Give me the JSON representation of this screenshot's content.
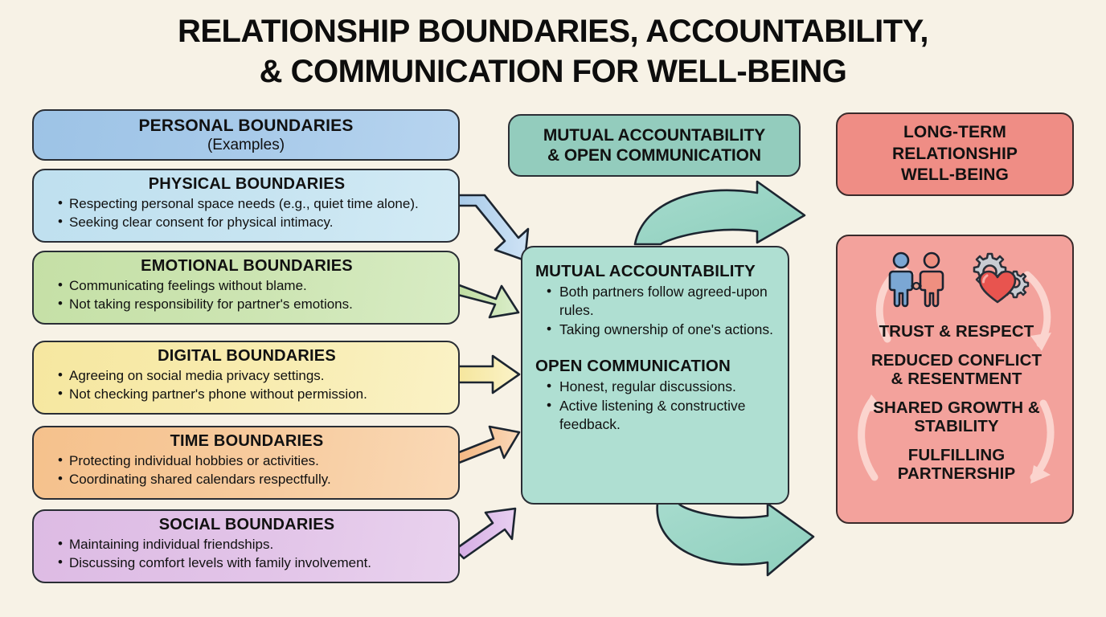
{
  "title": {
    "line1": "RELATIONSHIP BOUNDARIES, ACCOUNTABILITY,",
    "line2": "& COMMUNICATION FOR WELL-BEING"
  },
  "left_column": {
    "header": {
      "title": "PERSONAL BOUNDARIES",
      "subtitle": "(Examples)"
    },
    "boxes": [
      {
        "title": "PHYSICAL BOUNDARIES",
        "items": [
          "Respecting personal space needs (e.g., quiet time alone).",
          "Seeking clear consent for physical intimacy."
        ],
        "color": "#c7e4f1"
      },
      {
        "title": "EMOTIONAL BOUNDARIES",
        "items": [
          "Communicating feelings without blame.",
          "Not taking responsibility for partner's emotions."
        ],
        "color": "#cde5b3"
      },
      {
        "title": "DIGITAL BOUNDARIES",
        "items": [
          "Agreeing on social media privacy settings.",
          "Not checking partner's phone without permission."
        ],
        "color": "#f8ecb0"
      },
      {
        "title": "TIME BOUNDARIES",
        "items": [
          "Protecting individual hobbies or activities.",
          "Coordinating shared calendars respectfully."
        ],
        "color": "#f7cb9e"
      },
      {
        "title": "SOCIAL BOUNDARIES",
        "items": [
          "Maintaining individual friendships.",
          "Discussing comfort levels with family involvement."
        ],
        "color": "#e2c4e8"
      }
    ]
  },
  "center_column": {
    "header_line1": "MUTUAL ACCOUNTABILITY",
    "header_line2": "& OPEN COMMUNICATION",
    "header_color": "#93ccbd",
    "body_color": "#afdfd2",
    "sections": [
      {
        "title": "MUTUAL ACCOUNTABILITY",
        "items": [
          "Both partners follow agreed-upon rules.",
          "Taking ownership of one's actions."
        ]
      },
      {
        "title": "OPEN COMMUNICATION",
        "items": [
          "Honest, regular discussions.",
          "Active listening & constructive feedback."
        ]
      }
    ]
  },
  "right_column": {
    "header_line1": "LONG-TERM",
    "header_line2": "RELATIONSHIP",
    "header_line3": "WELL-BEING",
    "header_color": "#ef8d85",
    "body_color": "#f3a29c",
    "icons": [
      "couple-holding-hands-icon",
      "gear-heart-icon"
    ],
    "outcomes": [
      "TRUST & RESPECT",
      "REDUCED CONFLICT\n& RESENTMENT",
      "SHARED GROWTH &\nSTABILITY",
      "FULFILLING\nPARTNERSHIP"
    ]
  },
  "connectors": {
    "straight_arrows": [
      {
        "from": "PHYSICAL BOUNDARIES",
        "to": "MUTUAL ACCOUNTABILITY & OPEN COMMUNICATION",
        "color": "#b5d4ec"
      },
      {
        "from": "EMOTIONAL BOUNDARIES",
        "to": "MUTUAL ACCOUNTABILITY & OPEN COMMUNICATION",
        "color": "#c7e0ab"
      },
      {
        "from": "DIGITAL BOUNDARIES",
        "to": "MUTUAL ACCOUNTABILITY & OPEN COMMUNICATION",
        "color": "#f7e9a4"
      },
      {
        "from": "TIME BOUNDARIES",
        "to": "MUTUAL ACCOUNTABILITY & OPEN COMMUNICATION",
        "color": "#f5bd8a"
      },
      {
        "from": "SOCIAL BOUNDARIES",
        "to": "MUTUAL ACCOUNTABILITY & OPEN COMMUNICATION",
        "color": "#d9b4e6"
      }
    ],
    "curved_arrows": [
      {
        "from": "MUTUAL ACCOUNTABILITY",
        "to": "LONG-TERM RELATIONSHIP WELL-BEING",
        "direction": "up-right",
        "color": "#9ed7c8"
      },
      {
        "from": "MUTUAL ACCOUNTABILITY",
        "to": "LONG-TERM RELATIONSHIP WELL-BEING",
        "direction": "down-right",
        "color": "#9ed7c8"
      }
    ]
  },
  "palette": {
    "background": "#f7f2e6",
    "outline": "#2a2e35",
    "text": "#111111"
  }
}
